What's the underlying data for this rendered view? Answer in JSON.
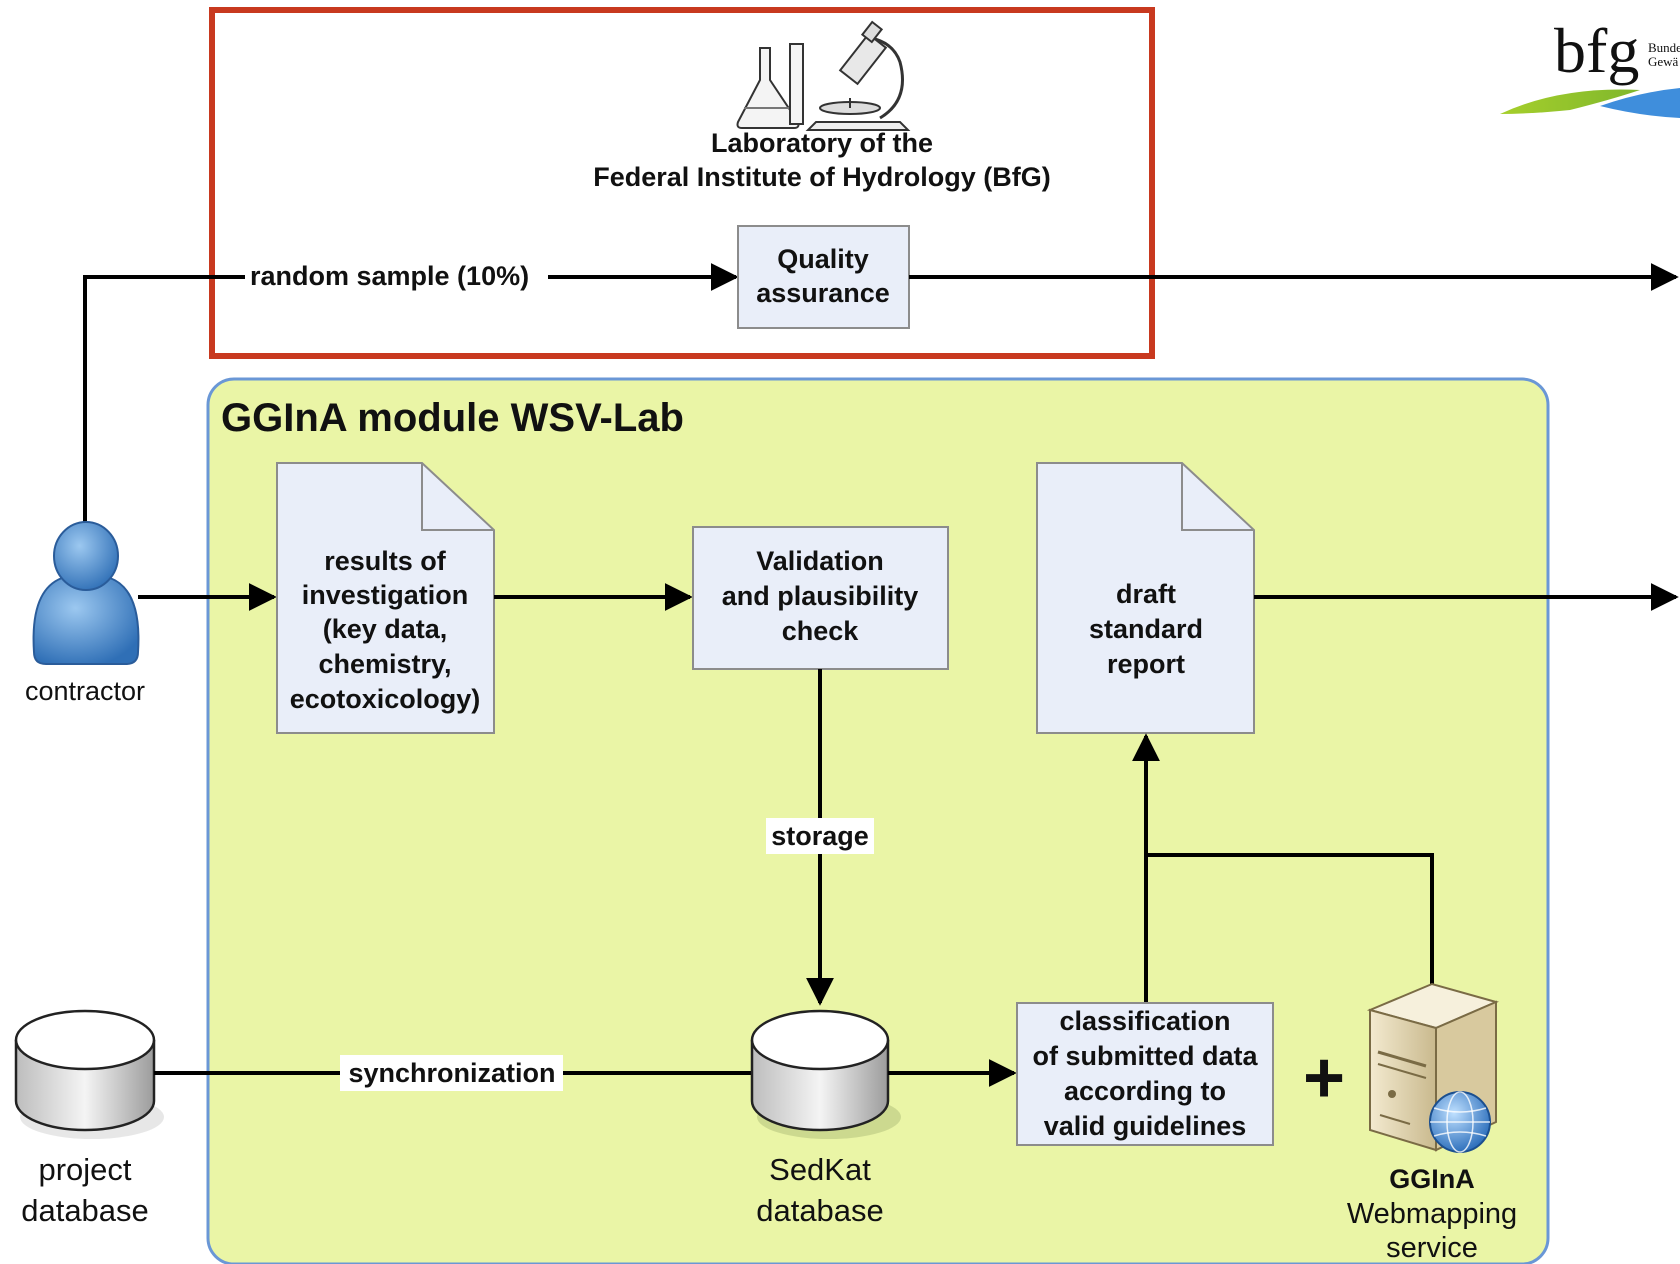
{
  "lab": {
    "title_line1": "Laboratory of the",
    "title_line2": "Federal Institute of Hydrology (BfG)",
    "random_sample": "random sample (10%)",
    "quality_line1": "Quality",
    "quality_line2": "assurance"
  },
  "logo": {
    "text": "bfg",
    "sub_line1": "Bunde",
    "sub_line2": "Gewä"
  },
  "module": {
    "title": "GGInA module WSV-Lab",
    "results": [
      "results of",
      "investigation",
      "(key data,",
      "chemistry,",
      "ecotoxicology)"
    ],
    "validation": [
      "Validation",
      "and plausibility",
      "check"
    ],
    "draft": [
      "draft",
      "standard",
      "report"
    ],
    "storage": "storage",
    "synchronization": "synchronization",
    "classification": [
      "classification",
      "of submitted data",
      "according to",
      "valid guidelines"
    ],
    "plus": "+",
    "sedkat": [
      "SedKat",
      "database"
    ],
    "ggina_bold": "GGInA",
    "ggina_rest": [
      "Webmapping",
      "service"
    ]
  },
  "actors": {
    "contractor": "contractor",
    "project_db": [
      "project",
      "database"
    ]
  },
  "colors": {
    "frame_red": "#c8391f",
    "module_fill": "#eaf5a6",
    "module_border": "#6a97d6",
    "box_fill": "#e9eef9",
    "person_blue": "#3f86cf"
  }
}
